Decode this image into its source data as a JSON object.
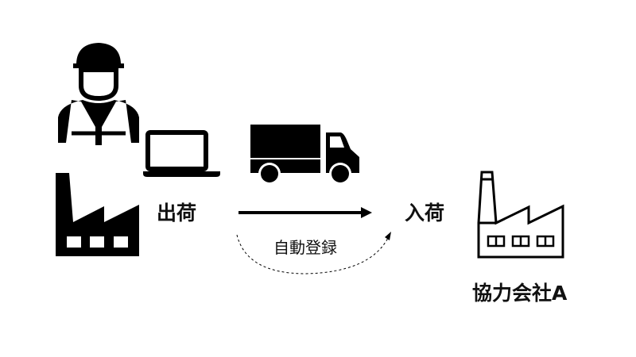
{
  "labels": {
    "shipping": "出荷",
    "receiving": "入荷",
    "auto_register": "自動登録",
    "partner": "協力会社A"
  },
  "colors": {
    "ink": "#000000",
    "background": "#ffffff"
  }
}
